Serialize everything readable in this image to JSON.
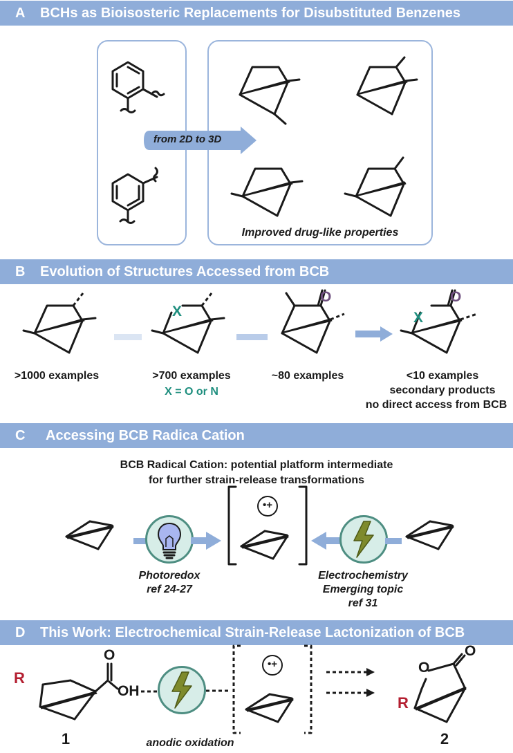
{
  "sections": {
    "a": {
      "letter": "A",
      "title": "BCHs as Bioisosteric Replacements for Disubstituted Benzenes",
      "arrow_label": "from 2D to 3D",
      "caption": "Improved drug-like properties"
    },
    "b": {
      "letter": "B",
      "title": "Evolution of Structures Accessed from BCB",
      "items": [
        {
          "label": ">1000 examples"
        },
        {
          "label": ">700 examples",
          "sub": "X = O or N"
        },
        {
          "label": "~80 examples"
        },
        {
          "label": "<10 examples",
          "sub1": "secondary products",
          "sub2": "no direct access from BCB"
        }
      ],
      "atoms": {
        "x": "X",
        "o": "O"
      }
    },
    "c": {
      "letter": "C",
      "title": "Accessing BCB Radica Cation",
      "headline1": "BCB Radical Cation: potential platform intermediate",
      "headline2": "for further strain-release transformations",
      "radical": "•+",
      "left_label1": "Photoredox",
      "left_label2": "ref 24-27",
      "right_label1": "Electrochemistry",
      "right_label2": "Emerging topic",
      "right_label3": "ref 31"
    },
    "d": {
      "letter": "D",
      "title": "This Work: Electrochemical Strain-Release Lactonization of BCB",
      "r": "R",
      "o_top": "O",
      "oh": "OH",
      "compound1": "1",
      "compound2": "2",
      "radical": "•+",
      "caption": "anodic oxidation"
    }
  },
  "colors": {
    "banner": "#8fadd9",
    "panel_border": "#9bb5dc",
    "heteroatom_x": "#1e8e7e",
    "oxygen": "#6e4f7e",
    "r_group": "#b41f31",
    "icon_fill": "#d7ede8",
    "bulb_fill": "#a9b6f0"
  },
  "icons": [
    "lightbulb-icon",
    "lightning-icon"
  ]
}
